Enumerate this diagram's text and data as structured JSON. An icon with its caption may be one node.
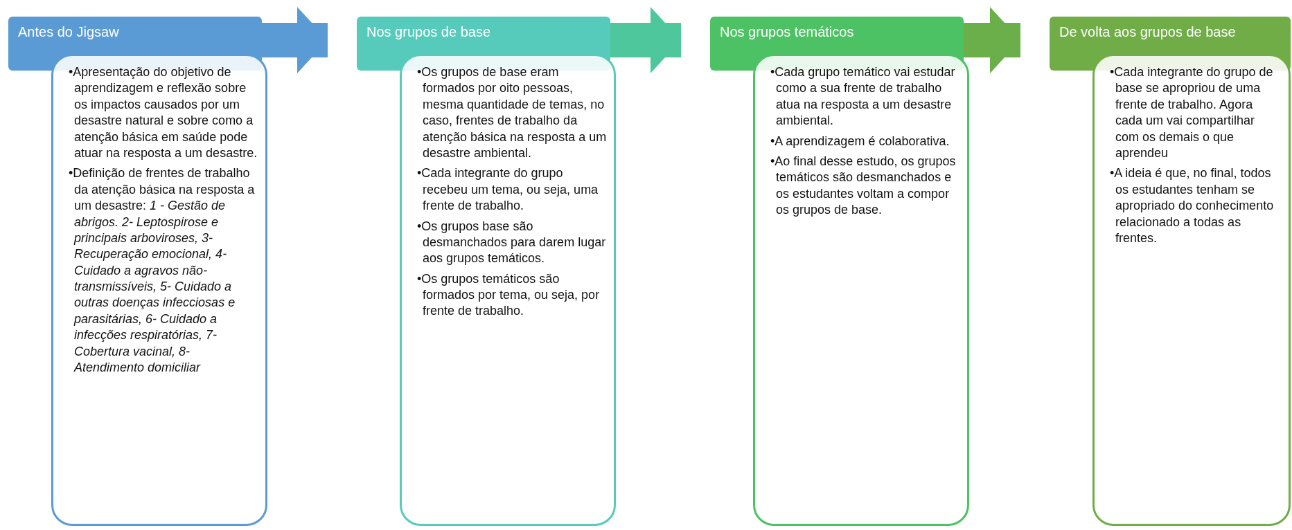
{
  "diagram": {
    "nodes": [
      {
        "text": [
          "Antes do Jigsaw"
        ]
      },
      {
        "text": [
          "•Apresentação do objetivo de aprendizagem e reflexão sobre os impactos causados por um desastre natural e sobre como a atenção básica em saúde pode atuar na resposta a um desastre.",
          "•Definição de frentes de trabalho da atenção básica na resposta a um desastre: *1 - Gestão de abrigos. 2- Leptospirose e principais arboviroses, 3- Recuperação emocional, 4- Cuidado a agravos não-transmissíveis, 5- Cuidado a outras doenças infecciosas e parasitárias, 6- Cuidado a infecções respiratórias, 7-Cobertura vacinal, 8- Atendimento domiciliar*"
        ]
      },
      {
        "text": [
          "Nos grupos de base"
        ]
      },
      {
        "text": [
          "•Os grupos de base eram formados por oito pessoas, mesma quantidade de temas, no caso, frentes de trabalho da atenção básica na resposta a um desastre ambiental.",
          "•Cada integrante do grupo recebeu um tema, ou seja, uma frente de trabalho.",
          "•Os grupos base são desmanchados para darem lugar aos grupos temáticos.",
          "•Os grupos temáticos são formados por tema, ou seja, por frente de trabalho."
        ]
      },
      {
        "text": [
          "Nos grupos temáticos"
        ]
      },
      {
        "text": [
          "•Cada grupo temático vai estudar como a sua frente de trabalho atua na resposta a um desastre ambiental.",
          "•A aprendizagem é colaborativa.",
          "•Ao final desse estudo, os grupos temáticos são desmanchados e os estudantes voltam a compor os grupos de base."
        ]
      },
      {
        "text": [
          "De volta aos grupos de base"
        ]
      },
      {
        "text": [
          "•Cada integrante do grupo de base se apropriou de uma frente de trabalho. Agora cada um vai compartilhar com os demais o que aprendeu",
          "•A ideia é que, no final, todos os estudantes tenham se apropriado do conhecimento relacionado a todas as frentes."
        ]
      }
    ],
    "edges": [
      {
        "from": 0,
        "to": 2,
        "arrow": "to",
        "color": "#5b9bd5"
      },
      {
        "from": 2,
        "to": 4,
        "arrow": "to",
        "color": "#4fc79c"
      },
      {
        "from": 4,
        "to": 6,
        "arrow": "to",
        "color": "#6aaf4a"
      }
    ]
  }
}
